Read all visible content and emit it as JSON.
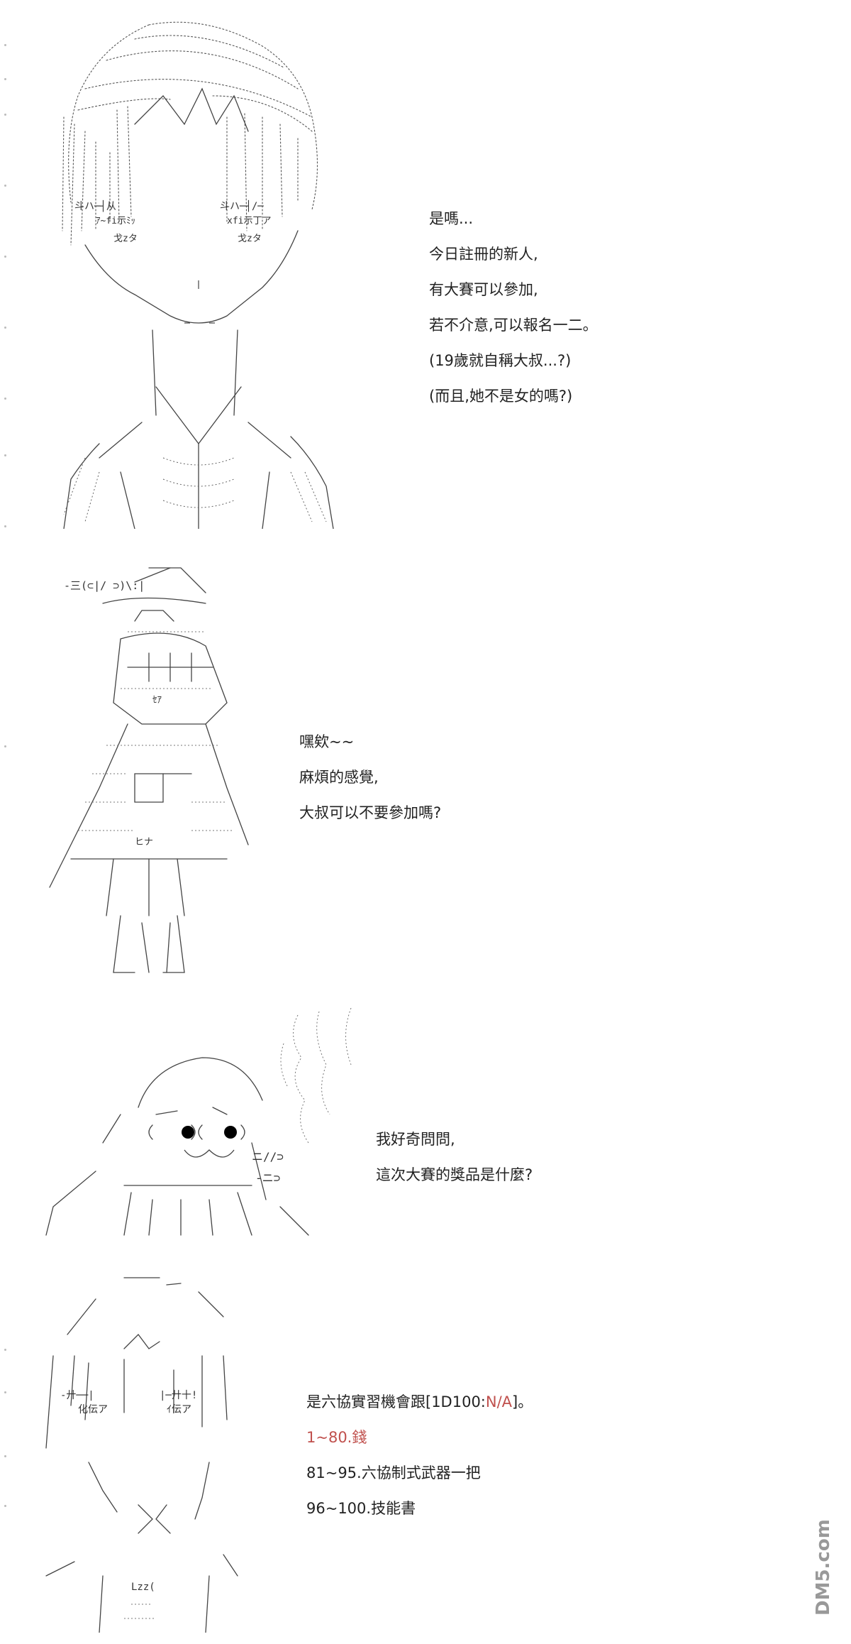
{
  "panels": [
    {
      "id": "panel-1",
      "lines": [
        {
          "text": "是嗎..."
        },
        {
          "text": "今日註冊的新人,"
        },
        {
          "text": "有大賽可以參加,"
        },
        {
          "text": "若不介意,可以報名一二。"
        },
        {
          "text": "(19歲就自稱大叔...?)"
        },
        {
          "text": "(而且,她不是女的嗎?)"
        }
      ]
    },
    {
      "id": "panel-2",
      "lines": [
        {
          "text": "嘿欸~~"
        },
        {
          "text": "麻煩的感覺,"
        },
        {
          "text": "大叔可以不要參加嗎?"
        }
      ]
    },
    {
      "id": "panel-3",
      "lines": [
        {
          "text": "我好奇問問,"
        },
        {
          "text": "這次大賽的獎品是什麼?"
        }
      ]
    },
    {
      "id": "panel-4",
      "line1_prefix": "是六協實習機會跟[1D100:",
      "line1_red": "N/A",
      "line1_suffix": "]。",
      "lines": [
        {
          "text": "1~80.錢",
          "color": "#c0504d"
        },
        {
          "text": "81~95.六協制式武器一把"
        },
        {
          "text": "96~100.技能書"
        }
      ]
    }
  ],
  "art_labels": {
    "panel1_left": "斗ハ─┤从",
    "panel1_right": "斗ハ─┤/─",
    "panel1_eye_left": "ｱ~fi示ﾐｯ",
    "panel1_eye_right": "xfi示丁ア",
    "panel1_mouth_left": "戈zタ",
    "panel1_mouth_right": "戈zタ",
    "panel2_hat": "-三(⊂|/ ⊃)\\:|",
    "panel2_eye": "ｾｱ",
    "panel2_badge": "ヒナ",
    "panel3_mouth": "ニ//⊃",
    "panel3_mouth2": "-ニ⊃",
    "panel4_eye_left": "-廾──|",
    "panel4_eye_right": "|─廾十!",
    "panel4_cheek_left": "化伝ア",
    "panel4_cheek_right": "ｲ伝ア",
    "panel4_lzz": "Lzz("
  },
  "watermark": {
    "text": "DM5.com"
  }
}
